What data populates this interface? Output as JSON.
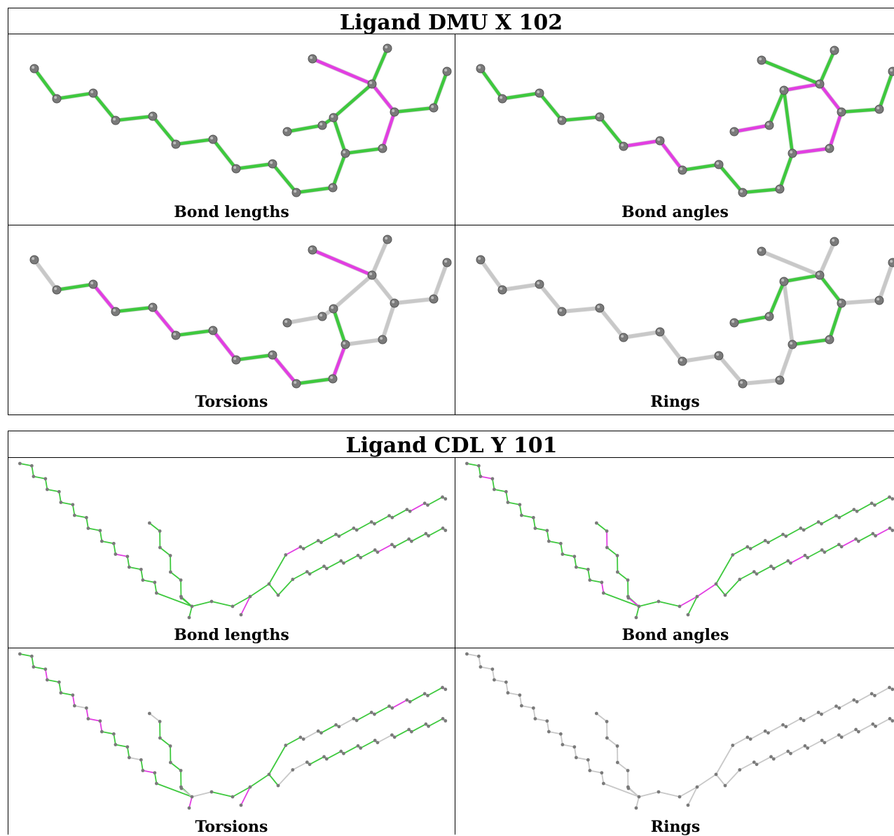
{
  "colors": {
    "ok": "#3ec93e",
    "outlier": "#e23ee2",
    "not_applicable": "#c8c8c8",
    "atom": "#7a7a7a"
  },
  "ligands": [
    {
      "title": "Ligand DMU X 102",
      "panels": [
        {
          "caption": "Bond lengths",
          "highlight": "bonds",
          "outliers": [
            13,
            14,
            18
          ]
        },
        {
          "caption": "Bond angles",
          "highlight": "bonds",
          "outliers": [
            5,
            6,
            12,
            13,
            14,
            15,
            17
          ]
        },
        {
          "caption": "Torsions",
          "highlight": "torsion",
          "outliers": [
            2,
            4,
            6,
            8,
            10,
            18
          ],
          "ok": [
            1,
            3,
            5,
            7,
            9,
            11
          ]
        },
        {
          "caption": "Rings",
          "highlight": "ring",
          "ok": [
            12,
            13,
            14,
            15,
            16,
            17
          ]
        }
      ]
    },
    {
      "title": "Ligand CDL Y 101",
      "panels": [
        {
          "caption": "Bond lengths",
          "mode": "bonds",
          "outlier_rate": 0.09,
          "seed": 3
        },
        {
          "caption": "Bond angles",
          "mode": "bonds",
          "outlier_rate": 0.13,
          "seed": 11
        },
        {
          "caption": "Torsions",
          "mode": "torsion",
          "outlier_rate": 0.32,
          "seed": 29
        },
        {
          "caption": "Rings",
          "mode": "rings",
          "outlier_rate": 0,
          "seed": 5
        }
      ]
    }
  ]
}
